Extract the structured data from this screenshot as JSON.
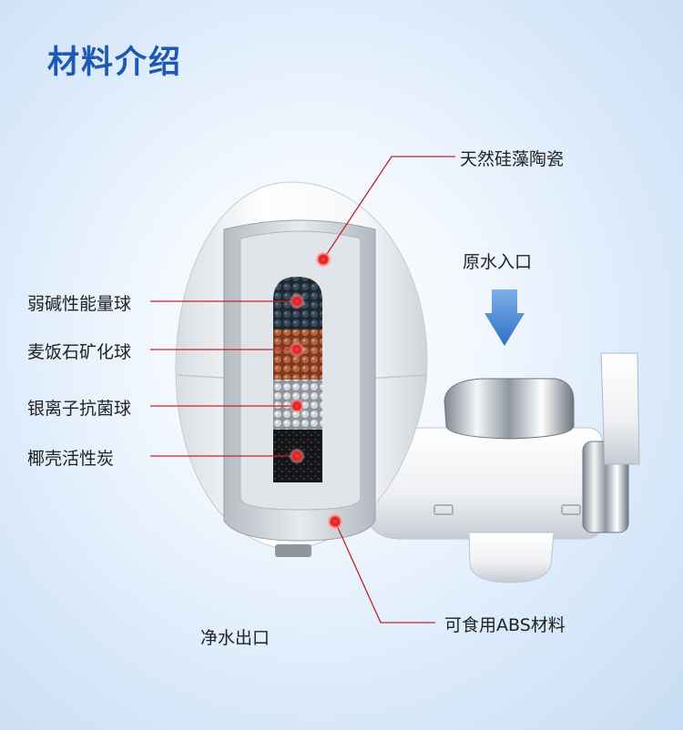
{
  "title": "材料介绍",
  "labels": {
    "diatomite": "天然硅藻陶瓷",
    "raw_water_inlet": "原水入口",
    "weak_alkaline": "弱碱性能量球",
    "maifan_stone": "麦饭石矿化球",
    "silver_ion": "银离子抗菌球",
    "coconut_carbon": "椰壳活性炭",
    "clean_water_outlet": "净水出口",
    "abs_material": "可食用ABS材料"
  },
  "colors": {
    "title": "#1f57b4",
    "leader_line": "#c0242a",
    "arrow": "#3b7fd0"
  }
}
